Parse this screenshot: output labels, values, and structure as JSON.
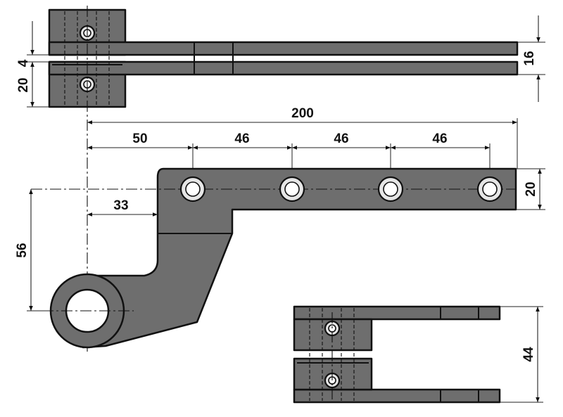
{
  "dimensions": {
    "gap_top": "4",
    "block_height": "20",
    "overall_thickness": "16",
    "total_length": "200",
    "spacing_first": "50",
    "spacing_second": "46",
    "spacing_third": "46",
    "spacing_fourth": "46",
    "arm_width": "20",
    "offset_horizontal": "33",
    "offset_vertical": "56",
    "bottom_height": "44"
  },
  "colors": {
    "part_fill": "#6e6e6e",
    "outline": "#111111",
    "background": "#ffffff"
  }
}
